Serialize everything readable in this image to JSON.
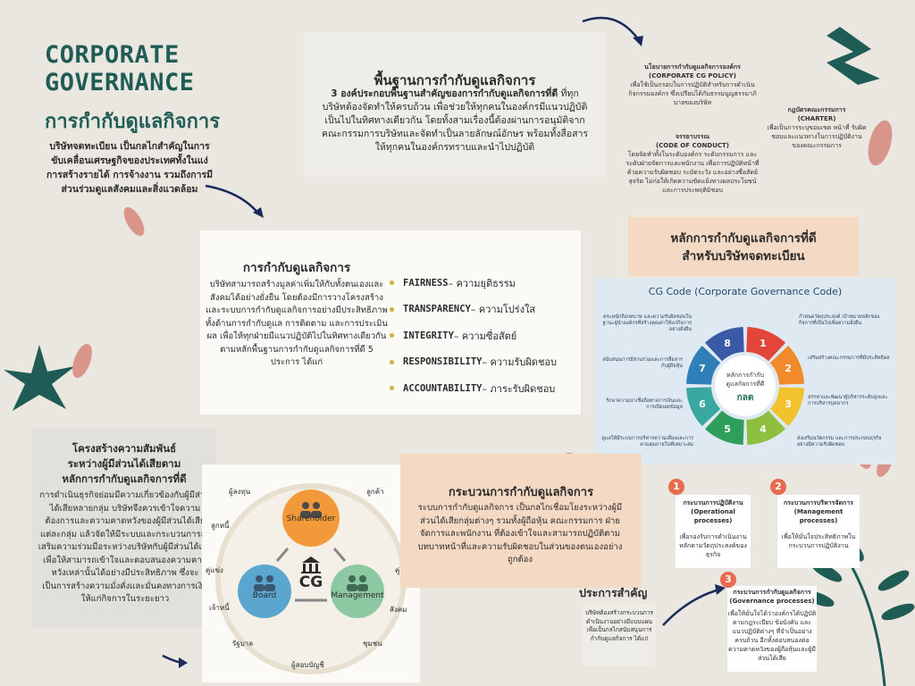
{
  "title": {
    "en_line1": "CORPORATE",
    "en_line2": "GOVERNANCE",
    "th": "การกำกับดูแลกิจการ"
  },
  "intro": "บริษัทจดทะเบียน เป็นกลไกสำคัญในการขับเคลื่อนเศรษฐกิจของประเทศทั้งในแง่การสร้างรายได้ การจ้างงาน รวมถึงการมีส่วนร่วมดูแลสังคมและสิ่งแวดล้อม",
  "foundation": {
    "title": "พื้นฐานการกำกับดูแลกิจการ",
    "lead": "3 องค์ประกอบพื้นฐานสำคัญของการกำกับดูแลกิจการที่ดี",
    "body": "ที่ทุกบริษัทต้องจัดทำให้ครบถ้วน เพื่อช่วยให้ทุกคนในองค์กรมีแนวปฏิบัติเป็นไปในทิศทางเดียวกัน โดยทั้งสามเรื่องนี้ต้องผ่านการอนุมัติจากคณะกรรมการบริษัทและจัดทำเป็นลายลักษณ์อักษร พร้อมทั้งสื่อสารให้ทุกคนในองค์กรทราบและนำไปปฏิบัติ"
  },
  "notes": {
    "policy_title": "นโยบายการกำกับดูแลกิจการองค์กร",
    "policy_en": "(CORPORATE CG POLICY)",
    "policy_body": "เพื่อใช้เป็นกรอบในการปฏิบัติสำหรับการดำเนินกิจกรรมองค์กร ซึ่งเปรียบได้กับธรรมนูญธรรมาภิบาลของบริษัท",
    "conduct_title": "จรรยาบรรณ",
    "conduct_en": "(CODE OF CONDUCT)",
    "conduct_body": "โดยจัดทำทั้งในระดับองค์กร ระดับกรรมการ และระดับฝ่ายจัดการและพนักงาน เพื่อการปฏิบัติหน้าที่ด้วยความรับผิดชอบ ระมัดระวัง และอย่างซื่อสัตย์สุจริต ไม่ก่อให้เกิดความขัดแย้งทางผลประโยชน์และการประพฤติมิชอบ",
    "charter_title": "กฎบัตรคณะกรรมการ",
    "charter_en": "(CHARTER)",
    "charter_body": "เพื่อเป็นการระบุขอบเขต หน้าที่ รับผิดชอบและแนวทางในการปฏิบัติงานของคณะกรรมการ"
  },
  "governance": {
    "title": "การกำกับดูแลกิจการ",
    "body": "บริษัทสามารถสร้างมูลค่าเพิ่มให้กับทั้งตนเองและสังคมได้อย่างยั่งยืน โดยต้องมีการวางโครงสร้างและระบบการกำกับดูแลกิจการอย่างมีประสิทธิภาพทั้งด้านการกำกับดูแล การติดตาม และการประเมินผล เพื่อให้ทุกฝ่ายมีแนวปฏิบัติไปในทิศทางเดียวกันตามหลักพื้นฐานการกำกับดูแลกิจการที่ดี 5 ประการ ได้แก่",
    "principles": [
      {
        "kw": "FAIRNESS",
        "th": " – ความยุติธรรม"
      },
      {
        "kw": "TRANSPARENCY",
        "th": " – ความโปร่งใส"
      },
      {
        "kw": "INTEGRITY",
        "th": " – ความซื่อสัตย์"
      },
      {
        "kw": "RESPONSIBILITY",
        "th": " – ความรับผิดชอบ"
      },
      {
        "kw": "ACCOUNTABILITY",
        "th": " – ภาระรับผิดชอบ"
      }
    ]
  },
  "cg_heading": {
    "line1": "หลักการกำกับดูแลกิจการที่ดี",
    "line2": "สำหรับบริษัทจดทะเบียน"
  },
  "cg_code": {
    "title": "CG Code (Corporate Governance Code)",
    "center_line1": "หลักการกำกับ",
    "center_line2": "ดูแลกิจการที่ดี",
    "logo": "กลต",
    "segments": [
      {
        "num": "1",
        "color": "#e2463b"
      },
      {
        "num": "2",
        "color": "#f08a2b"
      },
      {
        "num": "3",
        "color": "#f2c12e"
      },
      {
        "num": "4",
        "color": "#8ebf3f"
      },
      {
        "num": "5",
        "color": "#2f9e5a"
      },
      {
        "num": "6",
        "color": "#3aa7a0"
      },
      {
        "num": "7",
        "color": "#2f7fb8"
      },
      {
        "num": "8",
        "color": "#3a5aa6"
      }
    ],
    "labels": [
      "ตระหนักถึงบทบาท และความรับผิดชอบในฐานะผู้นำองค์กรที่สร้างคุณค่าให้แก่กิจการอย่างยั่งยืน",
      "กำหนดวัตถุประสงค์ เป้าหมายหลักของกิจการที่เป็นไปเพื่อความยั่งยืน",
      "เสริมสร้างคณะกรรมการที่มีประสิทธิผล",
      "สรรหาและพัฒนาผู้บริหารระดับสูงและการบริหารบุคลากร",
      "ส่งเสริมนวัตกรรม และการประกอบธุรกิจอย่างมีความรับผิดชอบ",
      "ดูแลให้มีระบบการบริหารความเสี่ยงและการควบคุมภายในที่เหมาะสม",
      "รักษาความน่าเชื่อถือทางการเงินและการเปิดเผยข้อมูล",
      "สนับสนุนการมีส่วนร่วมและการสื่อสารกับผู้ถือหุ้น"
    ]
  },
  "stakeholder": {
    "title_line1": "โครงสร้างความสัมพันธ์",
    "title_line2": "ระหว่างผู้มีส่วนได้เสียตาม",
    "title_line3": "หลักการกำกับดูแลกิจการที่ดี",
    "body": "การดำเนินธุรกิจย่อมมีความเกี่ยวข้องกับผู้มีส่วนได้เสียหลายกลุ่ม บริษัทจึงควรเข้าใจความต้องการและความคาดหวังของผู้มีส่วนได้เสียแต่ละกลุ่ม แล้วจัดให้มีระบบและกระบวนการส่งเสริมความร่วมมือระหว่างบริษัทกับผู้มีส่วนได้เสีย เพื่อให้สามารถเข้าใจและตอบสนองความคาดหวังเหล่านั้นได้อย่างมีประสิทธิภาพ ซึ่งจะเป็นการสร้างความมั่งคั่งและมั่นคงทางการเงินให้แก่กิจการในระยะยาว"
  },
  "cg_diagram": {
    "shareholder": "Shareholder",
    "board": "Board",
    "management": "Management",
    "center": "CG",
    "ring": [
      "ผู้ลงทุน",
      "ลูกค้า",
      "คู่ค้า",
      "สังคม",
      "ชุมชน",
      "ผู้สอบบัญชี",
      "รัฐบาล",
      "เจ้าหนี้",
      "คู่แข่ง",
      "ลูกหนี้"
    ]
  },
  "process": {
    "title": "กระบวนการกำกับดูแลกิจการ",
    "body": "ระบบการกำกับดูแลกิจการ เป็นกลไกเชื่อมโยงระหว่างผู้มีส่วนได้เสียกลุ่มต่างๆ รวมทั้งผู้ถือหุ้น คณะกรรมการ ฝ่ายจัดการและพนักงาน ที่ต้องเข้าใจและสามารถปฏิบัติตามบทบาทหน้าที่และความรับผิดชอบในส่วนของตนเองอย่างถูกต้อง"
  },
  "important": {
    "title": "ประการสำคัญ",
    "body": "บริษัทต้องสร้างกระบวนการดำเนินงานอย่างมีแบบแผน เพื่อเป็นกลไกสนับสนุนการกำกับดูแลกิจการ ได้แก่"
  },
  "processes": [
    {
      "num": "1",
      "title": "กระบวนการปฏิบัติงาน",
      "en": "(Operational processes)",
      "body": "เพื่อรองรับการดำเนินงานหลักตามวัตถุประสงค์ของธุรกิจ"
    },
    {
      "num": "2",
      "title": "กระบวนการบริหารจัดการ",
      "en": "(Management processes)",
      "body": "เพื่อให้มั่นใจประสิทธิภาพในกระบวนการปฏิบัติงาน"
    },
    {
      "num": "3",
      "title": "กระบวนการกำกับดูแลกิจการ",
      "en": "(Governance processes)",
      "body": "เพื่อให้มั่นใจได้ว่าองค์กรได้ปฏิบัติตามกฎระเบียบ ข้อบังคับ และแนวปฏิบัติต่างๆ ที่จำเป็นอย่างครบถ้วน อีกทั้งตอบสนองต่อความคาดหวังของผู้ถือหุ้นและผู้มีส่วนได้เสีย"
    }
  ],
  "colors": {
    "teal": "#1f5c55",
    "peach": "#f4d9c4",
    "shareholder": "#f29a3a",
    "board": "#5aa6cf",
    "management": "#8cc9a2",
    "navy_arrow": "#1b2a5a"
  }
}
